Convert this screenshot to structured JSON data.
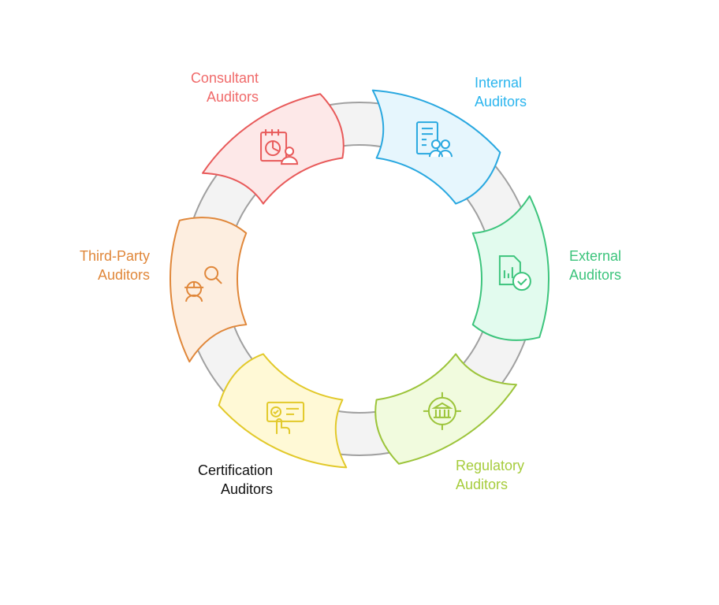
{
  "title": "Types of Auditors",
  "segments": [
    {
      "id": "external",
      "line1": "External",
      "line2": "Auditors",
      "stroke": "#3cc47c",
      "fill": "#e2fbee",
      "label_color": "#3cc47c",
      "icon": "document-chart-check-icon"
    },
    {
      "id": "regulatory",
      "line1": "Regulatory",
      "line2": "Auditors",
      "stroke": "#9cc43a",
      "fill": "#f1fbde",
      "label_color": "#a6cc3c",
      "icon": "bank-target-icon"
    },
    {
      "id": "certification",
      "line1": "Certification",
      "line2": "Auditors",
      "stroke": "#e2c92a",
      "fill": "#fff9d6",
      "label_color": "#111111",
      "icon": "certificate-hand-icon"
    },
    {
      "id": "third-party",
      "line1": "Third-Party",
      "line2": "Auditors",
      "stroke": "#e0873a",
      "fill": "#fdeee0",
      "label_color": "#e0873a",
      "icon": "inspector-magnifier-icon"
    },
    {
      "id": "consultant",
      "line1": "Consultant",
      "line2": "Auditors",
      "stroke": "#e85a5a",
      "fill": "#fde8e8",
      "label_color": "#f06a6a",
      "icon": "calendar-chart-person-icon"
    },
    {
      "id": "internal",
      "line1": "Internal",
      "line2": "Auditors",
      "stroke": "#29a8e0",
      "fill": "#e6f6fd",
      "label_color": "#2bb5ee",
      "icon": "document-team-icon"
    }
  ],
  "ring": {
    "fill": "#f3f3f3",
    "stroke": "#a0a0a0"
  }
}
